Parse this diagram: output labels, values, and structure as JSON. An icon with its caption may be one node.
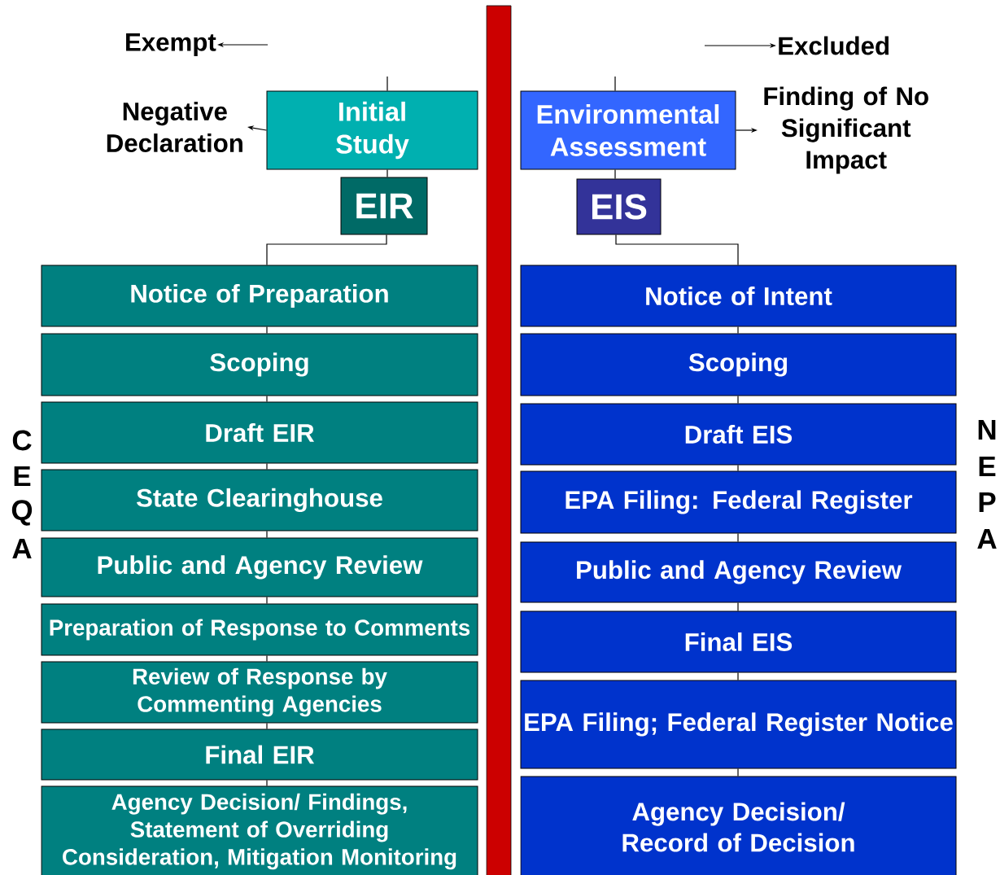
{
  "diagram": {
    "nodes": [
      {
        "text": [
          "Exempt"
        ]
      },
      {
        "text": [
          "Excluded"
        ]
      },
      {
        "text": [
          "Negative Declaration"
        ]
      },
      {
        "text": [
          "Initial Study"
        ]
      },
      {
        "text": [
          "Environmental Assessment"
        ]
      },
      {
        "text": [
          "Finding of No Significant Impact"
        ]
      },
      {
        "text": [
          "EIR"
        ]
      },
      {
        "text": [
          "EIS"
        ]
      },
      {
        "text": [
          "Notice of Preparation"
        ]
      },
      {
        "text": [
          "Scoping"
        ]
      },
      {
        "text": [
          "Draft EIR"
        ]
      },
      {
        "text": [
          "State Clearinghouse"
        ]
      },
      {
        "text": [
          "Public and Agency Review"
        ]
      },
      {
        "text": [
          "Preparation of Response to Comments"
        ]
      },
      {
        "text": [
          "Review of Response by Commenting Agencies"
        ]
      },
      {
        "text": [
          "Final EIR"
        ]
      },
      {
        "text": [
          "Agency Decision/ Findings, Statement of Overriding Consideration, Mitigation Monitoring"
        ]
      },
      {
        "text": [
          "Notice of Intent"
        ]
      },
      {
        "text": [
          "Scoping"
        ]
      },
      {
        "text": [
          "Draft EIS"
        ]
      },
      {
        "text": [
          "EPA Filing:  Federal Register"
        ]
      },
      {
        "text": [
          "Public and Agency Review"
        ]
      },
      {
        "text": [
          "Final EIS"
        ]
      },
      {
        "text": [
          "EPA Filing; Federal Register Notice"
        ]
      },
      {
        "text": [
          "Agency Decision/ Record of Decision"
        ]
      }
    ],
    "edges": [
      {
        "from": null,
        "to": 0,
        "arrow": "to"
      },
      {
        "from": null,
        "to": 1,
        "arrow": "to"
      },
      {
        "from": null,
        "to": 3,
        "arrow": "none"
      },
      {
        "from": null,
        "to": 4,
        "arrow": "none"
      },
      {
        "from": 3,
        "to": 2,
        "arrow": "to"
      },
      {
        "from": 4,
        "to": 5,
        "arrow": "to"
      },
      {
        "from": 3,
        "to": 6,
        "arrow": "none"
      },
      {
        "from": 4,
        "to": 7,
        "arrow": "none"
      },
      {
        "from": 6,
        "to": 8,
        "arrow": "none"
      },
      {
        "from": 7,
        "to": 17,
        "arrow": "none"
      },
      {
        "from": 8,
        "to": 9,
        "arrow": "none"
      },
      {
        "from": 9,
        "to": 10,
        "arrow": "none"
      },
      {
        "from": 10,
        "to": 11,
        "arrow": "none"
      },
      {
        "from": 11,
        "to": 12,
        "arrow": "none"
      },
      {
        "from": 12,
        "to": 13,
        "arrow": "none"
      },
      {
        "from": 13,
        "to": 14,
        "arrow": "none"
      },
      {
        "from": 14,
        "to": 15,
        "arrow": "none"
      },
      {
        "from": 15,
        "to": 16,
        "arrow": "none"
      },
      {
        "from": 17,
        "to": 18,
        "arrow": "none"
      },
      {
        "from": 18,
        "to": 19,
        "arrow": "none"
      },
      {
        "from": 19,
        "to": 20,
        "arrow": "none"
      },
      {
        "from": 20,
        "to": 21,
        "arrow": "none"
      },
      {
        "from": 21,
        "to": 22,
        "arrow": "none"
      },
      {
        "from": 22,
        "to": 23,
        "arrow": "none"
      },
      {
        "from": 23,
        "to": 24,
        "arrow": "none"
      }
    ],
    "labels": [
      "C",
      "E",
      "Q",
      "A",
      "N",
      "E",
      "P",
      "A"
    ]
  }
}
